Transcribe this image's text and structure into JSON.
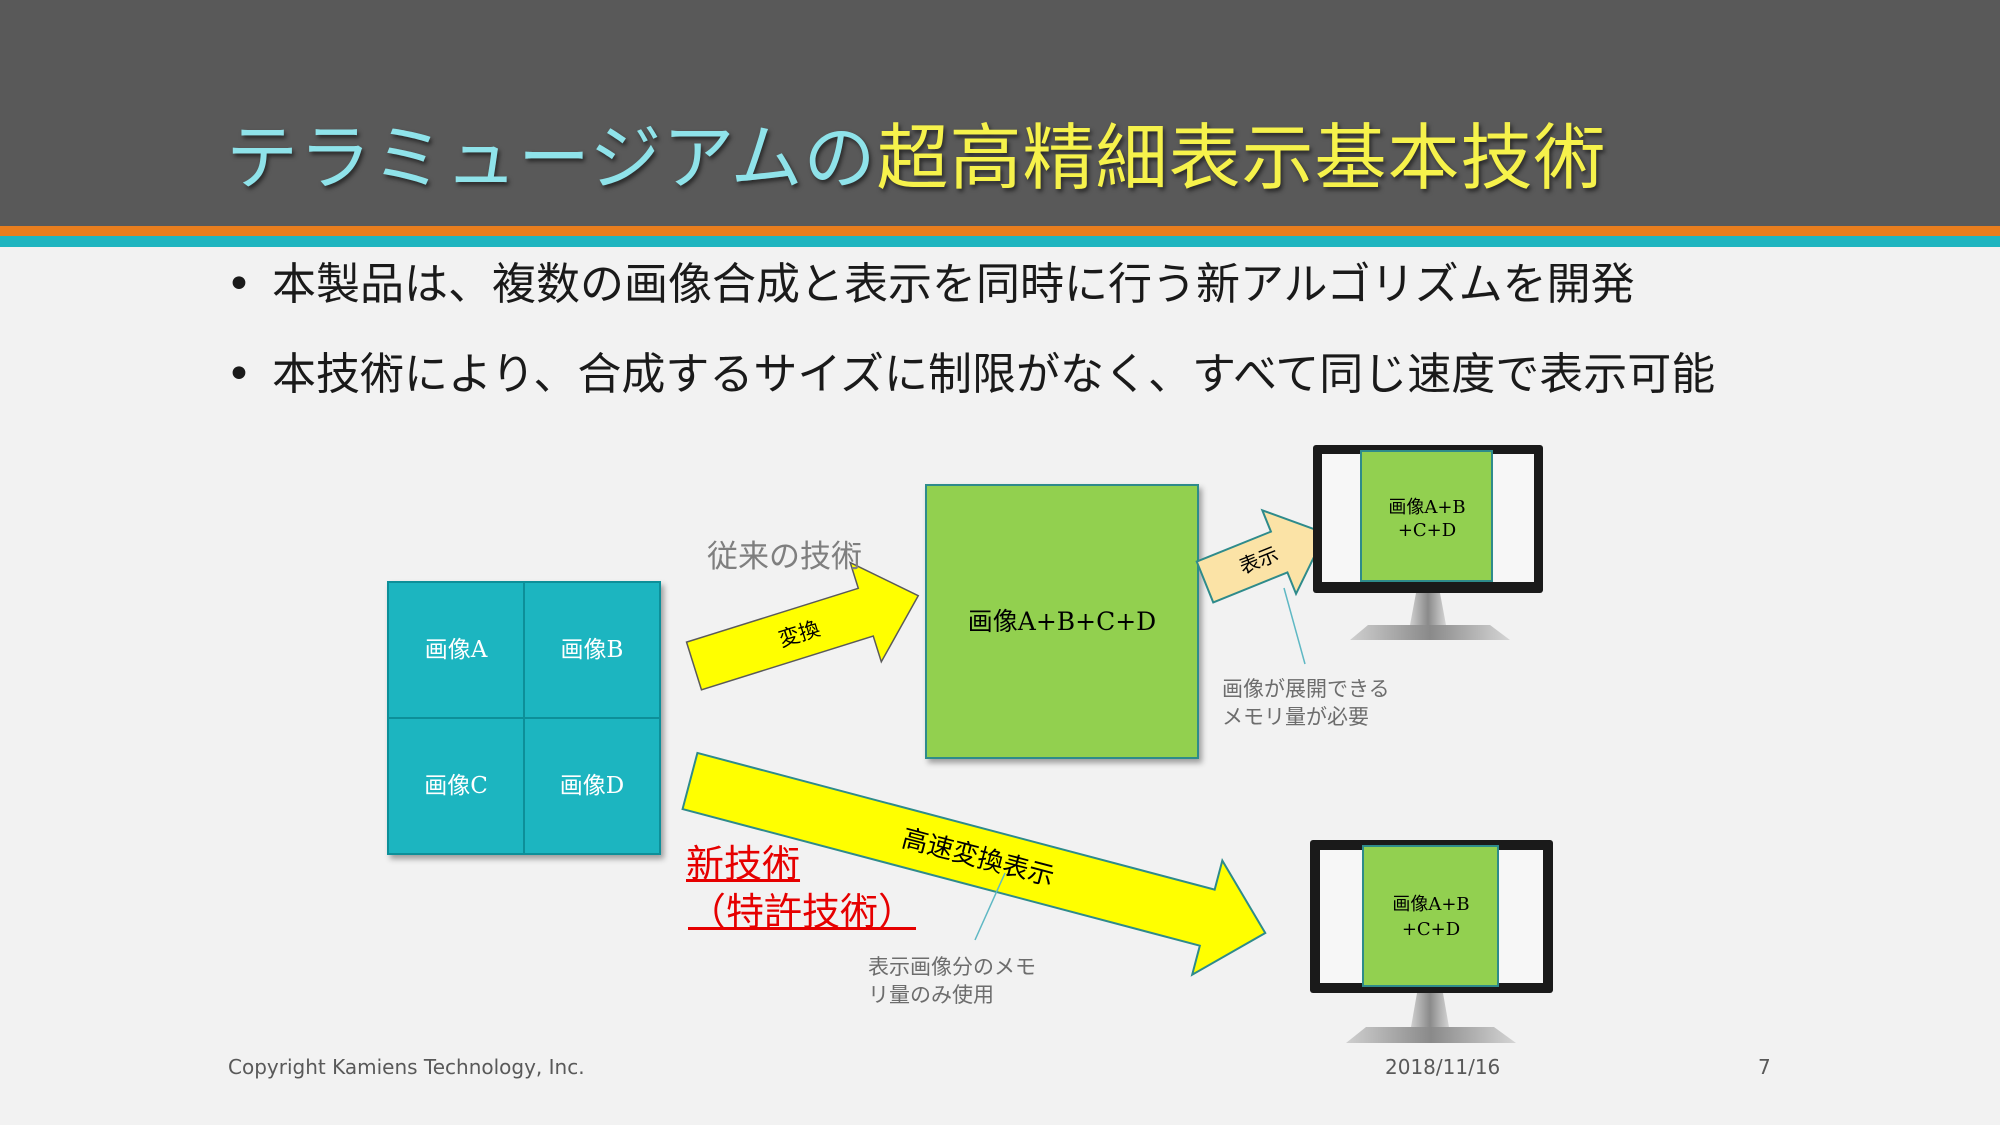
{
  "title": {
    "part1": "テラミュージアムの",
    "part2": "超高精細表示基本技術"
  },
  "bullets": [
    "本製品は、複数の画像合成と表示を同時に行う新アルゴリズムを開発",
    "本技術により、合成するサイズに制限がなく、すべて同じ速度で表示可能"
  ],
  "diagram": {
    "tiles": [
      "画像A",
      "画像B",
      "画像C",
      "画像D"
    ],
    "conventional_label": "従来の技術",
    "arrow_convert": "変換",
    "composite_label": "画像A+B+C+D",
    "arrow_display": "表示",
    "monitor_top_lines": [
      "画像A+B",
      "+C+D"
    ],
    "monitor_bottom_lines": [
      "画像A+B",
      "+C+D"
    ],
    "note_expand_lines": [
      "画像が展開できる",
      "メモリ量が必要"
    ],
    "arrow_fast": "高速変換表示",
    "new_tech": "新技術",
    "patent": "（特許技術）",
    "note_display_lines": [
      "表示画像分のメモ",
      "リ量のみ使用"
    ]
  },
  "footer": {
    "copyright": "Copyright Kamiens Technology, Inc.",
    "date": "2018/11/16",
    "page": "7"
  },
  "colors": {
    "title_bar": "#595959",
    "stripe_orange": "#e97d1d",
    "stripe_teal": "#1fb5c0",
    "tile_teal": "#1fb5c0",
    "composite_green": "#92d050",
    "arrow_yellow": "#ffff00",
    "arrow_peach": "#fbe3a6",
    "new_tech_red": "#e60000"
  }
}
